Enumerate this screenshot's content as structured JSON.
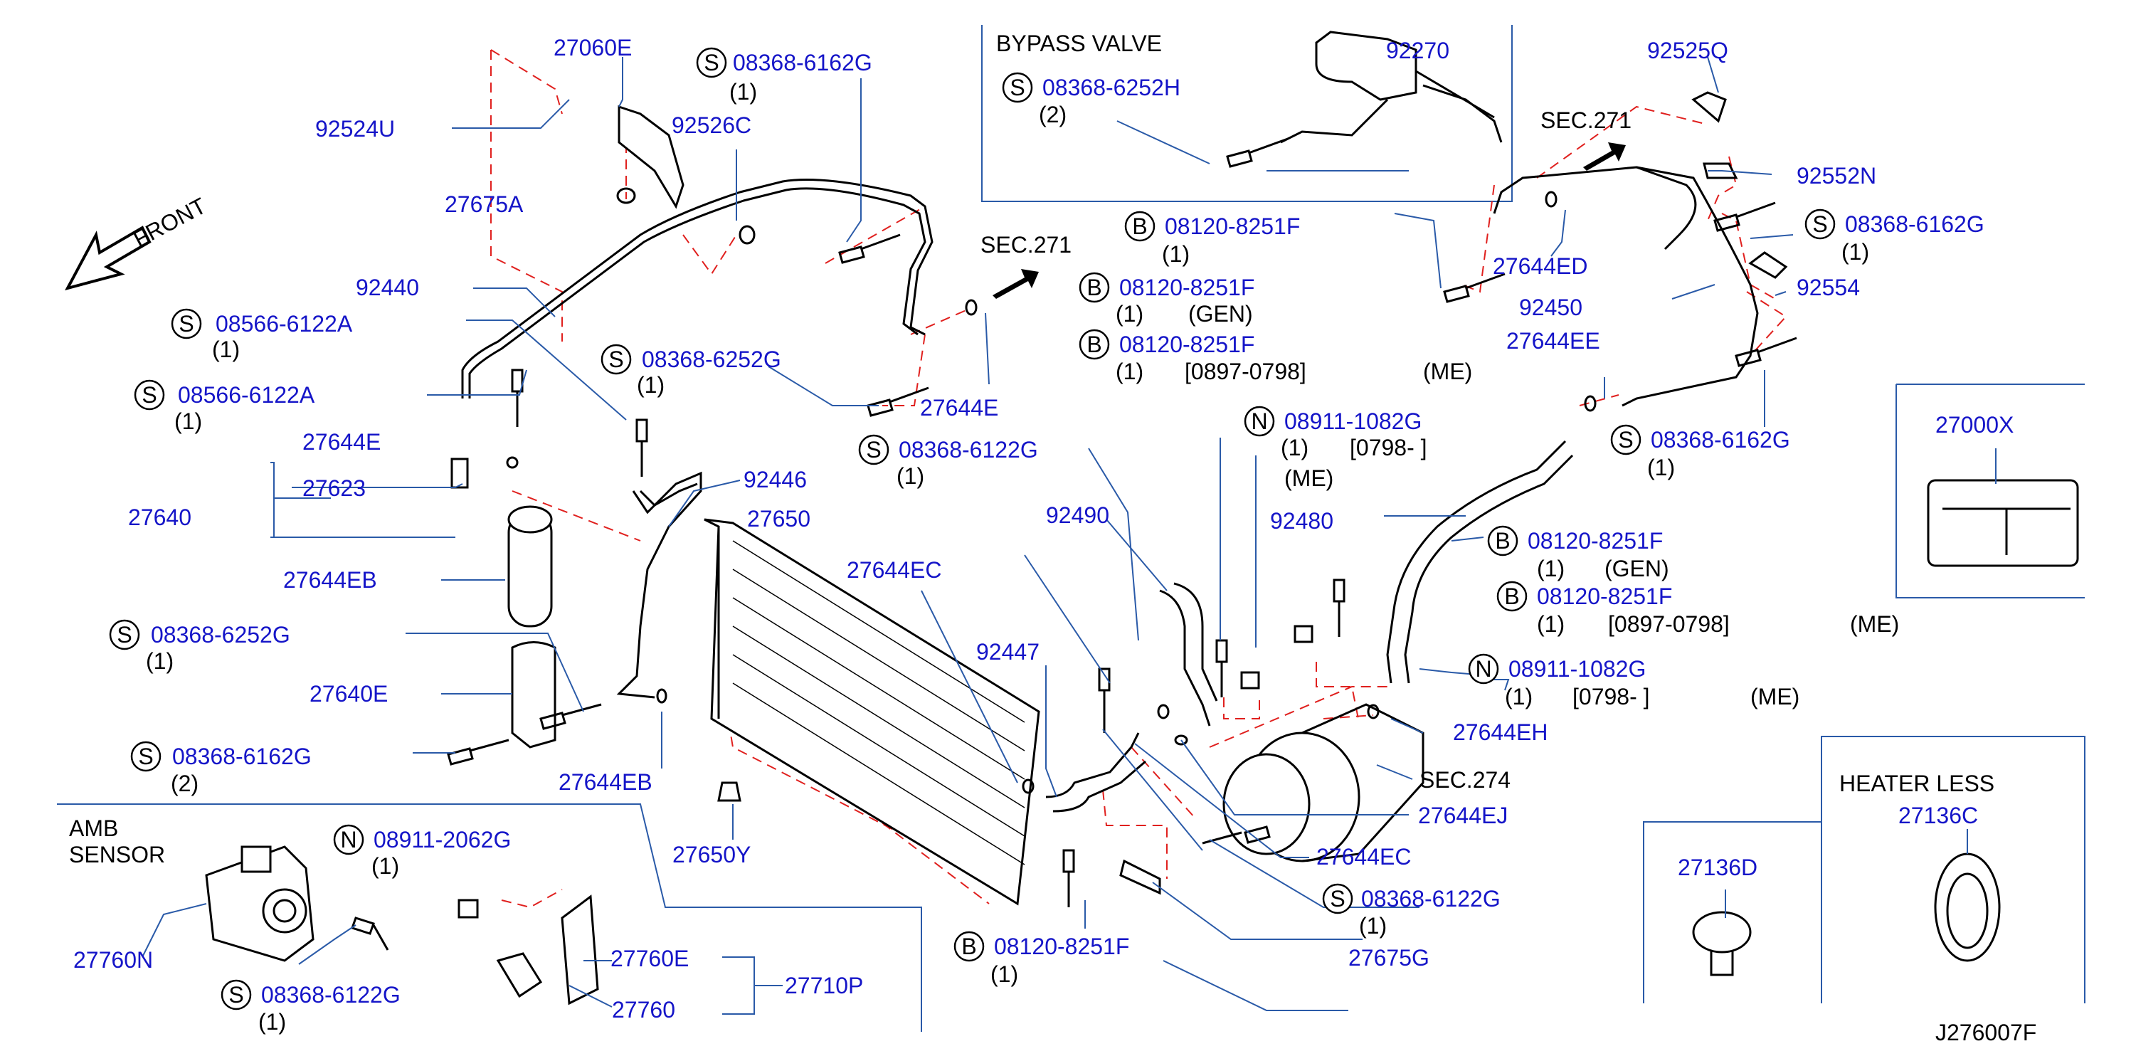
{
  "labels": {
    "l_27060E": "27060E",
    "l_08368_6162G_a": "08368-6162G",
    "l_08368_6162G_a_q": "(1)",
    "l_92524U": "92524U",
    "l_92526C": "92526C",
    "l_27675A": "27675A",
    "l_front": "FRONT",
    "l_92440": "92440",
    "l_08566_6122A_a": "08566-6122A",
    "l_08566_6122A_a_q": "(1)",
    "l_08566_6122A_b": "08566-6122A",
    "l_08566_6122A_b_q": "(1)",
    "l_08368_6252G_a": "08368-6252G",
    "l_08368_6252G_a_q": "(1)",
    "l_27644E_a": "27644E",
    "l_27623": "27623",
    "l_27640": "27640",
    "l_92446": "92446",
    "l_27650": "27650",
    "l_27644EB_a": "27644EB",
    "l_08368_6252G_b": "08368-6252G",
    "l_08368_6252G_b_q": "(1)",
    "l_27640E": "27640E",
    "l_08368_6162G_b": "08368-6162G",
    "l_08368_6162G_b_q": "(2)",
    "l_27644EB_b": "27644EB",
    "l_27644EC_a": "27644EC",
    "l_92447": "92447",
    "l_27650Y": "27650Y",
    "l_sec271_a": "SEC.271",
    "l_27644E_b": "27644E",
    "l_08368_6122G_a": "08368-6122G",
    "l_08368_6122G_a_q": "(1)",
    "l_bypass": "BYPASS   VALVE",
    "l_92270": "92270",
    "l_08368_6252H": "08368-6252H",
    "l_08368_6252H_q": "(2)",
    "l_08120_8251F_a": "08120-8251F",
    "l_08120_8251F_a_q": "(1)",
    "l_08120_8251F_b": "08120-8251F",
    "l_08120_8251F_b_q": "(1)",
    "l_gen_a": "(GEN)",
    "l_08120_8251F_c": "08120-8251F",
    "l_08120_8251F_c_q": "(1)",
    "l_date_a": "[0897-0798]",
    "l_me_a": "(ME)",
    "l_08911_1082G_a": "08911-1082G",
    "l_08911_1082G_a_q": "(1)",
    "l_date_b": "[0798-     ]",
    "l_me_b": "(ME)",
    "l_92490": "92490",
    "l_92480": "92480",
    "l_sec271_b": "SEC.271",
    "l_92525Q": "92525Q",
    "l_92552N": "92552N",
    "l_27644ED": "27644ED",
    "l_08368_6162G_c": "08368-6162G",
    "l_08368_6162G_c_q": "(1)",
    "l_92450": "92450",
    "l_92554": "92554",
    "l_27644EE": "27644EE",
    "l_08368_6162G_d": "08368-6162G",
    "l_08368_6162G_d_q": "(1)",
    "l_27000X": "27000X",
    "l_08120_8251F_d": "08120-8251F",
    "l_08120_8251F_d_q": "(1)",
    "l_gen_b": "(GEN)",
    "l_08120_8251F_e": "08120-8251F",
    "l_08120_8251F_e_q": "(1)",
    "l_date_c": "[0897-0798]",
    "l_me_c": "(ME)",
    "l_08911_1082G_b": "08911-1082G",
    "l_08911_1082G_b_q": "(1)",
    "l_date_d": "[0798-     ]",
    "l_me_d": "(ME)",
    "l_27644EH": "27644EH",
    "l_sec274": "SEC.274",
    "l_27644EJ": "27644EJ",
    "l_27644EC_b": "27644EC",
    "l_08368_6122G_b": "08368-6122G",
    "l_08368_6122G_b_q": "(1)",
    "l_27675G": "27675G",
    "l_08120_8251F_f": "08120-8251F",
    "l_08120_8251F_f_q": "(1)",
    "l_amb_1": "AMB",
    "l_amb_2": "SENSOR",
    "l_08911_2062G": "08911-2062G",
    "l_08911_2062G_q": "(1)",
    "l_27760N": "27760N",
    "l_08368_6122G_c": "08368-6122G",
    "l_08368_6122G_c_q": "(1)",
    "l_27760E": "27760E",
    "l_27710P": "27710P",
    "l_27760": "27760",
    "l_heater": "HEATER   LESS",
    "l_27136C": "27136C",
    "l_27136D": "27136D",
    "l_ref": "J276007F",
    "m_S": "S",
    "m_B": "B",
    "m_N": "N"
  },
  "colors": {
    "part_number": "#1515c8",
    "leader": "#2a5aa8",
    "phantom": "#e0201e",
    "ink": "#000000"
  }
}
